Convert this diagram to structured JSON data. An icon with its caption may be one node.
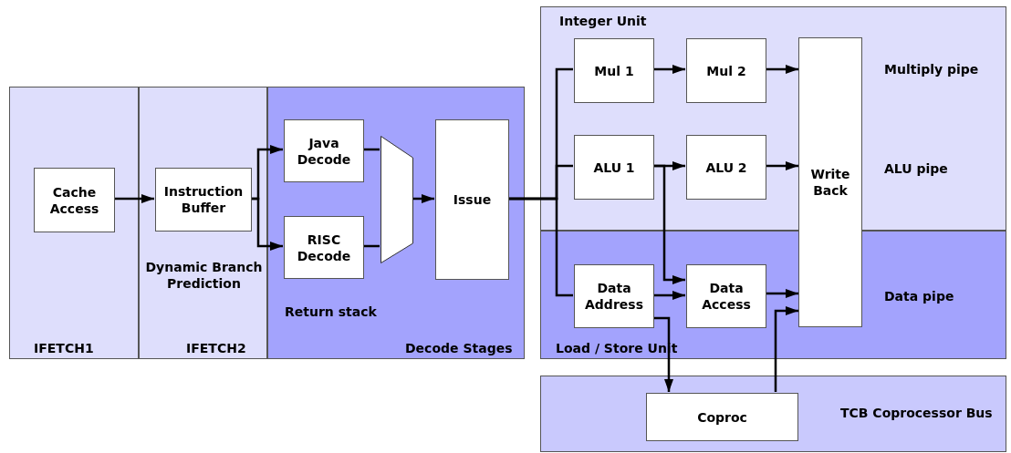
{
  "diagram": {
    "nodes": [
      {
        "text": [
          "IFETCH1"
        ]
      },
      {
        "text": [
          "Cache Access"
        ],
        "in": 0
      },
      {
        "text": [
          "Dynamic Branch Prediction",
          "IFETCH2"
        ]
      },
      {
        "text": [
          "Instruction Buffer"
        ],
        "in": 2
      },
      {
        "text": [
          "Return stack",
          "Decode Stages"
        ]
      },
      {
        "text": [
          "Java Decode"
        ],
        "in": 4
      },
      {
        "text": [
          "RISC Decode"
        ],
        "in": 4
      },
      {
        "text": [],
        "shape": "trapezoid",
        "in": 4
      },
      {
        "text": [
          "Issue"
        ],
        "in": 4
      },
      {
        "text": [
          "Integer Unit",
          "Multiply pipe",
          "ALU pipe"
        ]
      },
      {
        "text": [
          "Data pipe",
          "Load / Store Unit"
        ]
      },
      {
        "text": [
          "Mul 1"
        ],
        "in": 9
      },
      {
        "text": [
          "Mul 2"
        ],
        "in": 9
      },
      {
        "text": [
          "ALU 1"
        ],
        "in": 9
      },
      {
        "text": [
          "ALU 2"
        ],
        "in": 9
      },
      {
        "text": [
          "Data Address"
        ],
        "in": 10
      },
      {
        "text": [
          "Data Access"
        ],
        "in": 10
      },
      {
        "text": [
          "Write Back"
        ]
      },
      {
        "text": [
          "TCB Coprocessor Bus"
        ]
      },
      {
        "text": [
          "Coproc"
        ],
        "in": 18
      }
    ],
    "edges": [
      {
        "from": 1,
        "to": 3,
        "arrow": "to"
      },
      {
        "from": 3,
        "to": 5,
        "arrow": "to"
      },
      {
        "from": 3,
        "to": 6,
        "arrow": "to"
      },
      {
        "from": 5,
        "to": 7,
        "arrow": "none"
      },
      {
        "from": 6,
        "to": 7,
        "arrow": "none"
      },
      {
        "from": 7,
        "to": 8,
        "arrow": "to"
      },
      {
        "from": 8,
        "to": 11,
        "arrow": "none"
      },
      {
        "from": 8,
        "to": 13,
        "arrow": "none"
      },
      {
        "from": 8,
        "to": 15,
        "arrow": "none"
      },
      {
        "from": 11,
        "to": 12,
        "arrow": "to"
      },
      {
        "from": 12,
        "to": 17,
        "arrow": "to"
      },
      {
        "from": 13,
        "to": 14,
        "arrow": "to"
      },
      {
        "from": 14,
        "to": 17,
        "arrow": "to"
      },
      {
        "from": 13,
        "to": 16,
        "arrow": "to"
      },
      {
        "from": 15,
        "to": 16,
        "arrow": "to"
      },
      {
        "from": 16,
        "to": 17,
        "arrow": "to"
      },
      {
        "from": 15,
        "to": 19,
        "arrow": "to"
      },
      {
        "from": 19,
        "to": 17,
        "arrow": "to"
      }
    ]
  }
}
